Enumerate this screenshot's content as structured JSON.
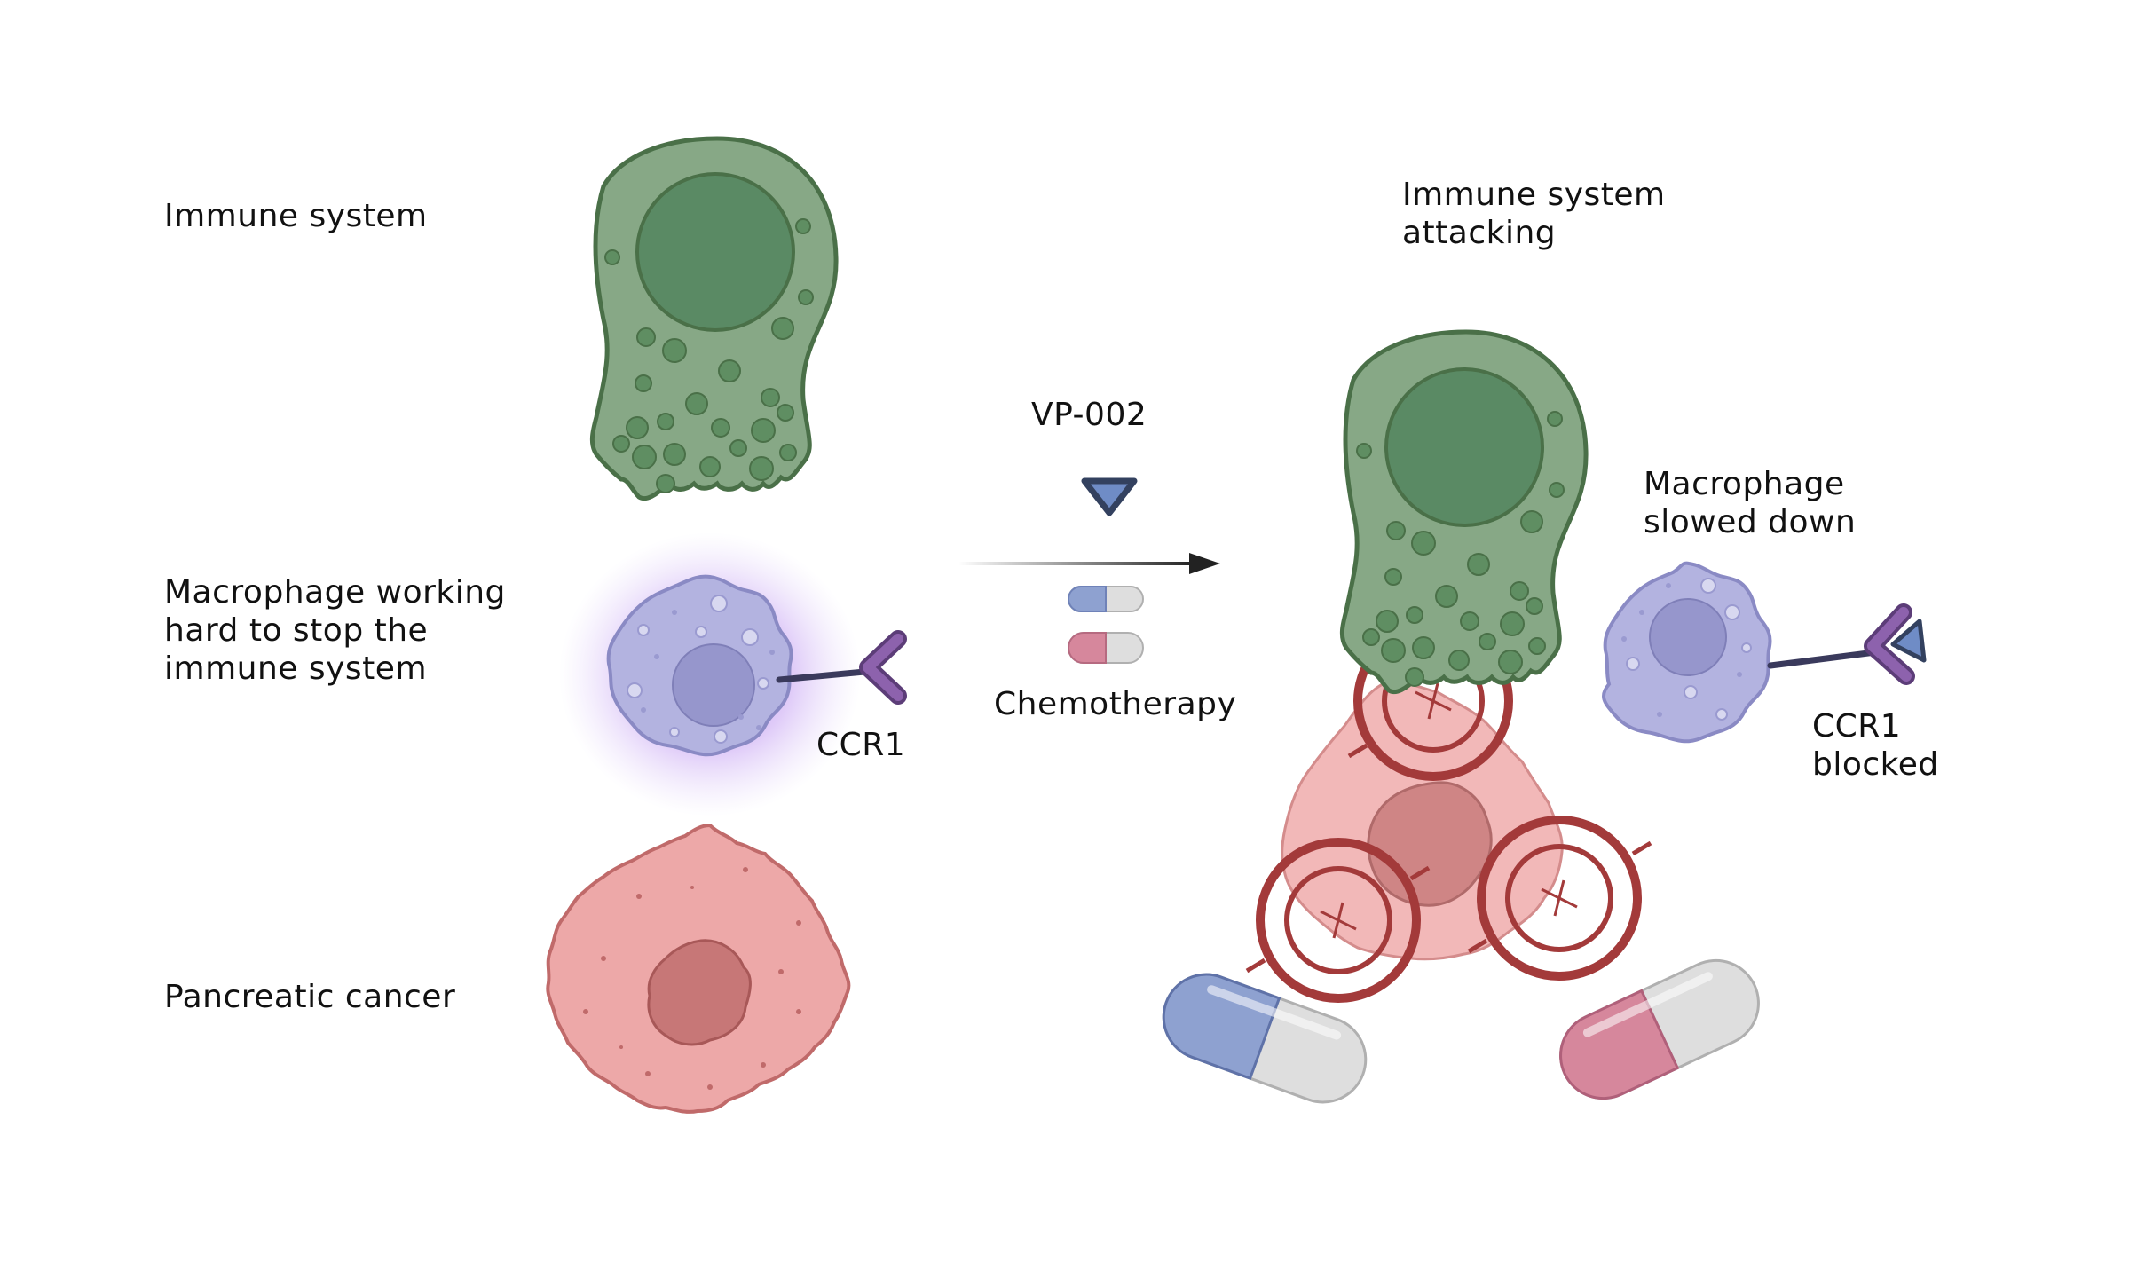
{
  "labels": {
    "immune_system": "Immune system",
    "macrophage_working": "Macrophage working\nhard to stop the\nimmune system",
    "ccr1": "CCR1",
    "pancreatic_cancer": "Pancreatic cancer",
    "drug": "VP-002",
    "chemotherapy": "Chemotherapy",
    "immune_attacking": "Immune system\nattacking",
    "macrophage_slowed": "Macrophage\nslowed down",
    "ccr1_blocked": "CCR1\nblocked"
  },
  "colors": {
    "immune_cell_fill": "#87a886",
    "immune_cell_stroke": "#4a7048",
    "immune_nucleus": "#5a8a64",
    "macrophage_fill": "#b3b3e0",
    "macrophage_nucleus": "#9696cc",
    "macrophage_glow": "#a46be8",
    "cancer_fill": "#eda8a8",
    "cancer_stroke": "#c06a6a",
    "cancer_nucleus": "#c77777",
    "receptor": "#8d62ad",
    "drug_triangle": "#6f8cc6",
    "target_ring": "#a33a3a",
    "pill_blue": "#8ea1d0",
    "pill_pink": "#d6879c",
    "pill_white": "#dedede",
    "arrow": "#222222"
  }
}
